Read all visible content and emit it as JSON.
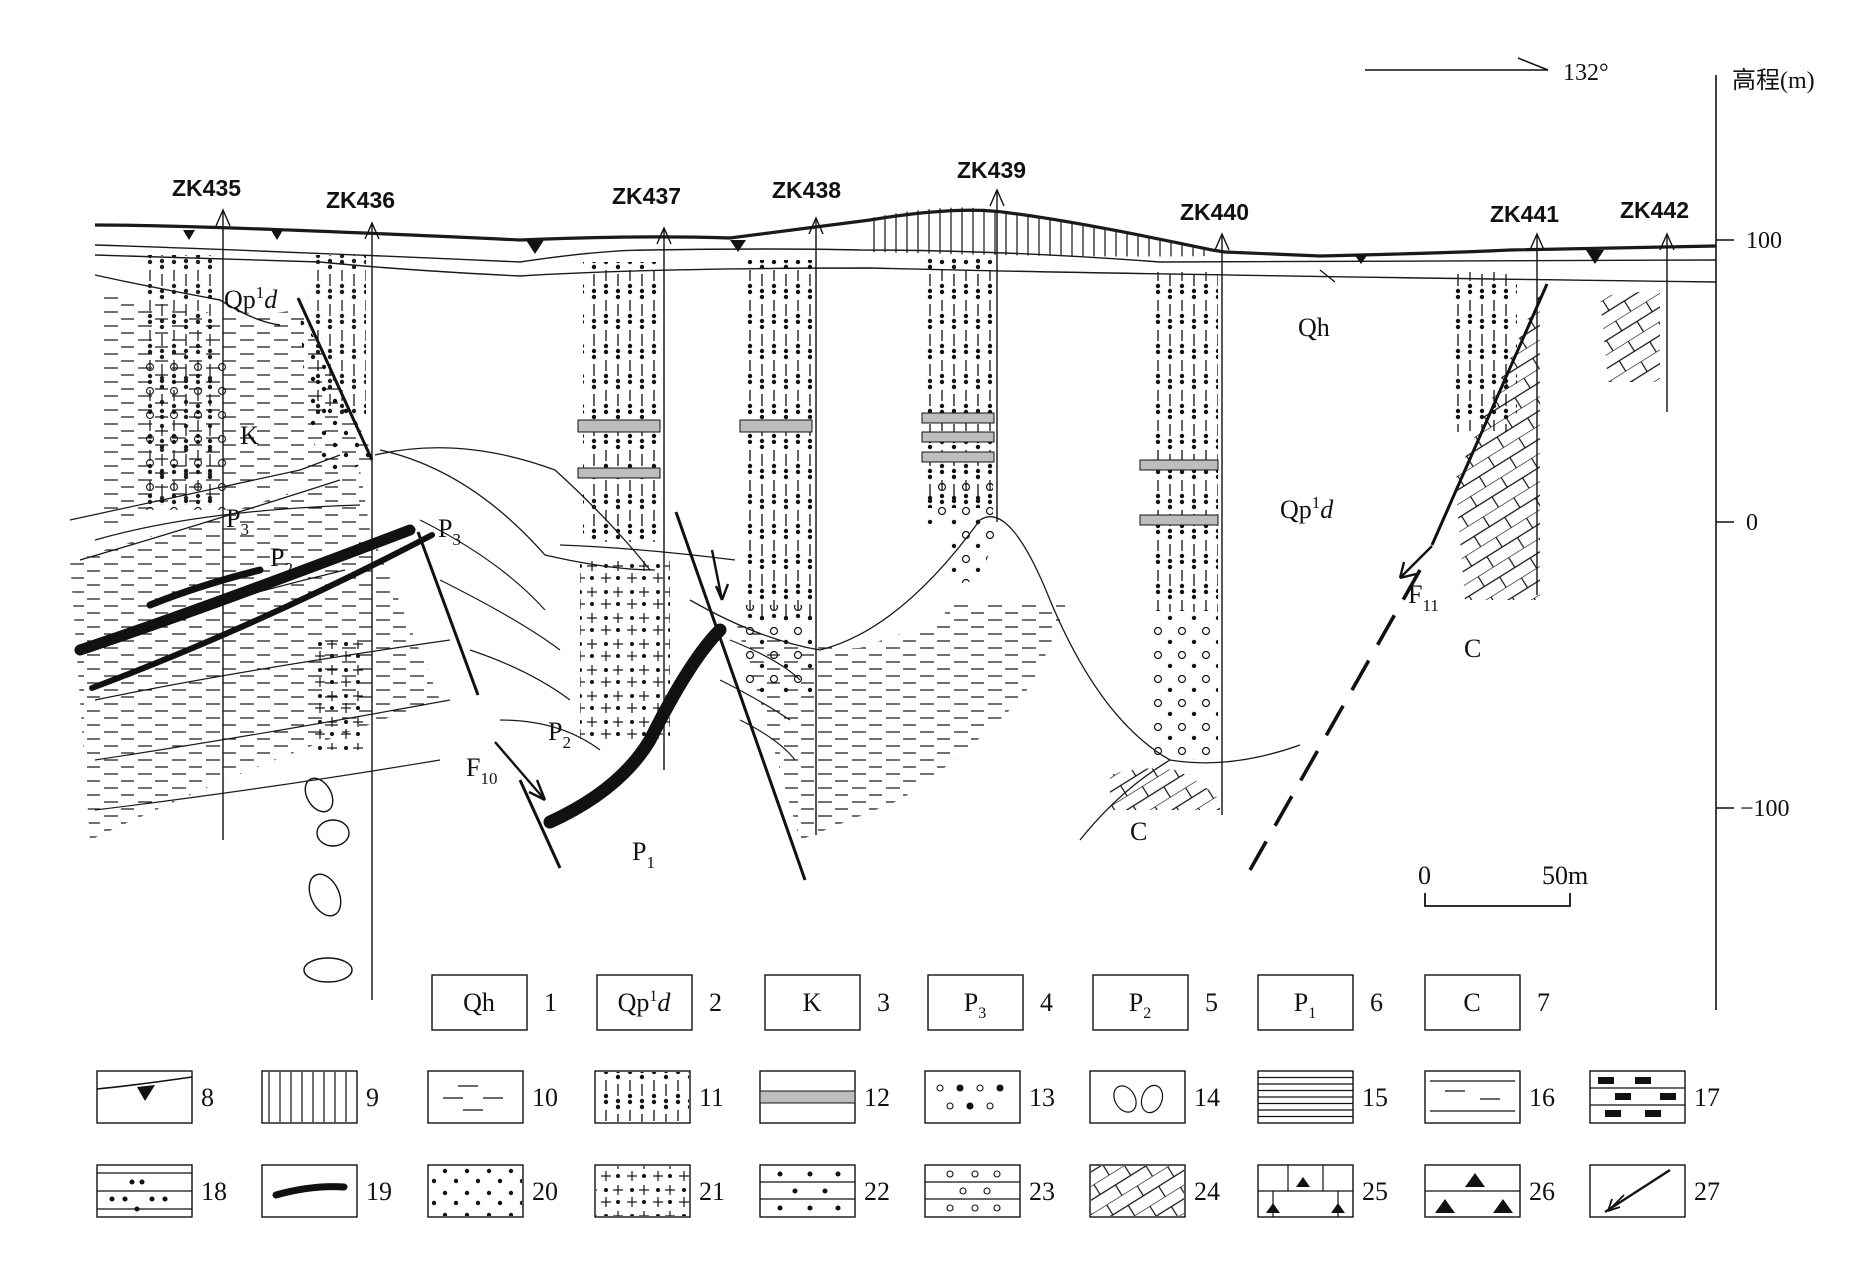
{
  "orientation": {
    "azimuth": "132°"
  },
  "elevation_axis": {
    "title": "高程(m)",
    "ticks": [
      {
        "label": "100",
        "value": 100
      },
      {
        "label": "0",
        "value": 0
      },
      {
        "label": "−100",
        "value": -100
      }
    ]
  },
  "boreholes": [
    "ZK435",
    "ZK436",
    "ZK437",
    "ZK438",
    "ZK439",
    "ZK440",
    "ZK441",
    "ZK442"
  ],
  "section_labels": {
    "qp_left": {
      "base": "Qp",
      "sup": "1",
      "it": "d"
    },
    "k": "K",
    "p3_a": {
      "base": "P",
      "sub": "3"
    },
    "p3_b": {
      "base": "P",
      "sub": "3"
    },
    "p2_a": {
      "base": "P",
      "sub": "2"
    },
    "p2_b": {
      "base": "P",
      "sub": "2"
    },
    "p1": {
      "base": "P",
      "sub": "1"
    },
    "f10": {
      "base": "F",
      "sub": "10"
    },
    "f11": {
      "base": "F",
      "sub": "11"
    },
    "qh": "Qh",
    "qp_right": {
      "base": "Qp",
      "sup": "1",
      "it": "d"
    },
    "c_right": "C",
    "c_bottom": "C"
  },
  "scale_bar": {
    "start": "0",
    "end": "50m"
  },
  "legend": {
    "row1": [
      {
        "num": "1",
        "base": "Qh"
      },
      {
        "num": "2",
        "base": "Qp",
        "sup": "1",
        "it": "d"
      },
      {
        "num": "3",
        "base": "K"
      },
      {
        "num": "4",
        "base": "P",
        "sub": "3"
      },
      {
        "num": "5",
        "base": "P",
        "sub": "2"
      },
      {
        "num": "6",
        "base": "P",
        "sub": "1"
      },
      {
        "num": "7",
        "base": "C"
      }
    ],
    "row2": [
      "8",
      "9",
      "10",
      "11",
      "12",
      "13",
      "14",
      "15",
      "16",
      "17"
    ],
    "row3": [
      "18",
      "19",
      "20",
      "21",
      "22",
      "23",
      "24",
      "25",
      "26",
      "27"
    ]
  }
}
